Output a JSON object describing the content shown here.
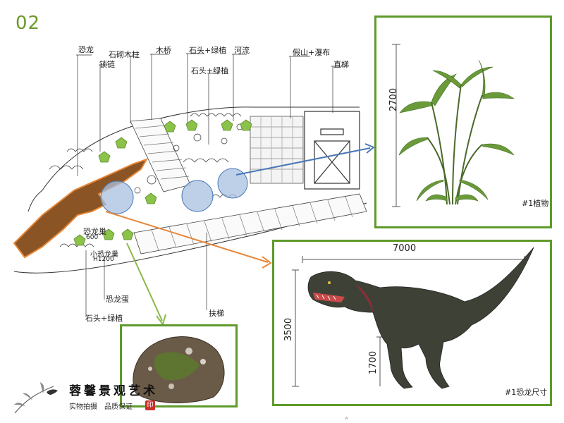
{
  "page": {
    "number": "02",
    "footer_mark": "w"
  },
  "accent_color": "#5f9a2a",
  "arrow_colors": {
    "plant": "#4a78b8",
    "dinosaur": "#e8883a",
    "rock": "#8ab84a"
  },
  "plan_labels": {
    "dinosaur": "恐龙",
    "stone_column": "石砌木柱",
    "chain": "锁链",
    "wood_bridge": "木桥",
    "stone_planting_top": "石头+绿植",
    "stone_planting_mid": "石头+绿植",
    "river": "河流",
    "rockery_waterfall": "假山+瀑布",
    "elevator": "直梯",
    "dino_nest": "恐龙巢",
    "small_dino_nest": "小恐龙巢",
    "size_note_1": "600",
    "size_note_2": "H1200",
    "dino_egg": "恐龙蛋",
    "stone_planting_bottom": "石头+绿植",
    "handrail": "扶梯"
  },
  "plant_panel": {
    "caption": "#1植物",
    "height_dim": "2700"
  },
  "dino_panel": {
    "caption": "#1恐龙尺寸",
    "length_dim": "7000",
    "height_dim": "3500",
    "leg_dim": "1700"
  },
  "brand": {
    "name": "蓉馨景观艺术",
    "tagline": "实物拍摄　品质保证",
    "seal": "印"
  }
}
